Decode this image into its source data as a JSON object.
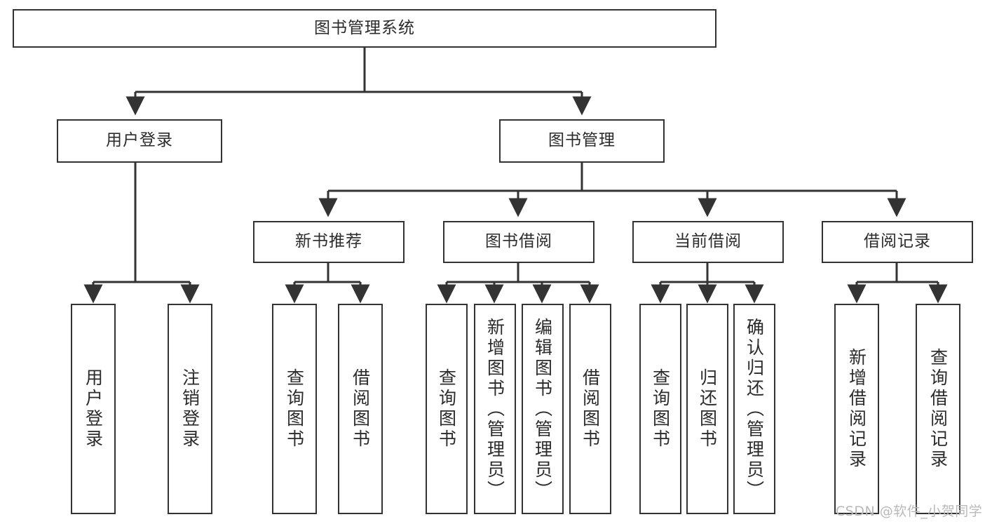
{
  "diagram": {
    "title": "图书管理系统",
    "type": "hierarchy-tree",
    "stroke_color": "#333333",
    "box_fill": "#ffffff",
    "text_color": "#2b2b2b",
    "watermark": "CSDN @软件_小贺同学"
  },
  "nodes": {
    "root": {
      "label": "图书管理系统"
    },
    "level2": [
      {
        "label": "用户登录"
      },
      {
        "label": "图书管理"
      }
    ],
    "level3": [
      {
        "label": "新书推荐"
      },
      {
        "label": "图书借阅"
      },
      {
        "label": "当前借阅"
      },
      {
        "label": "借阅记录"
      }
    ],
    "leaves": {
      "user_login": [
        {
          "label": "用户登录"
        },
        {
          "label": "注销登录"
        }
      ],
      "new_book_rec": [
        {
          "label": "查询图书"
        },
        {
          "label": "借阅图书"
        }
      ],
      "book_borrow": [
        {
          "label": "查询图书"
        },
        {
          "label": "新增图书（管理员）"
        },
        {
          "label": "编辑图书（管理员）"
        },
        {
          "label": "借阅图书"
        }
      ],
      "current_borrow": [
        {
          "label": "查询图书"
        },
        {
          "label": "归还图书"
        },
        {
          "label": "确认归还（管理员）"
        }
      ],
      "borrow_record": [
        {
          "label": "新增借阅记录"
        },
        {
          "label": "查询借阅记录"
        }
      ]
    }
  }
}
